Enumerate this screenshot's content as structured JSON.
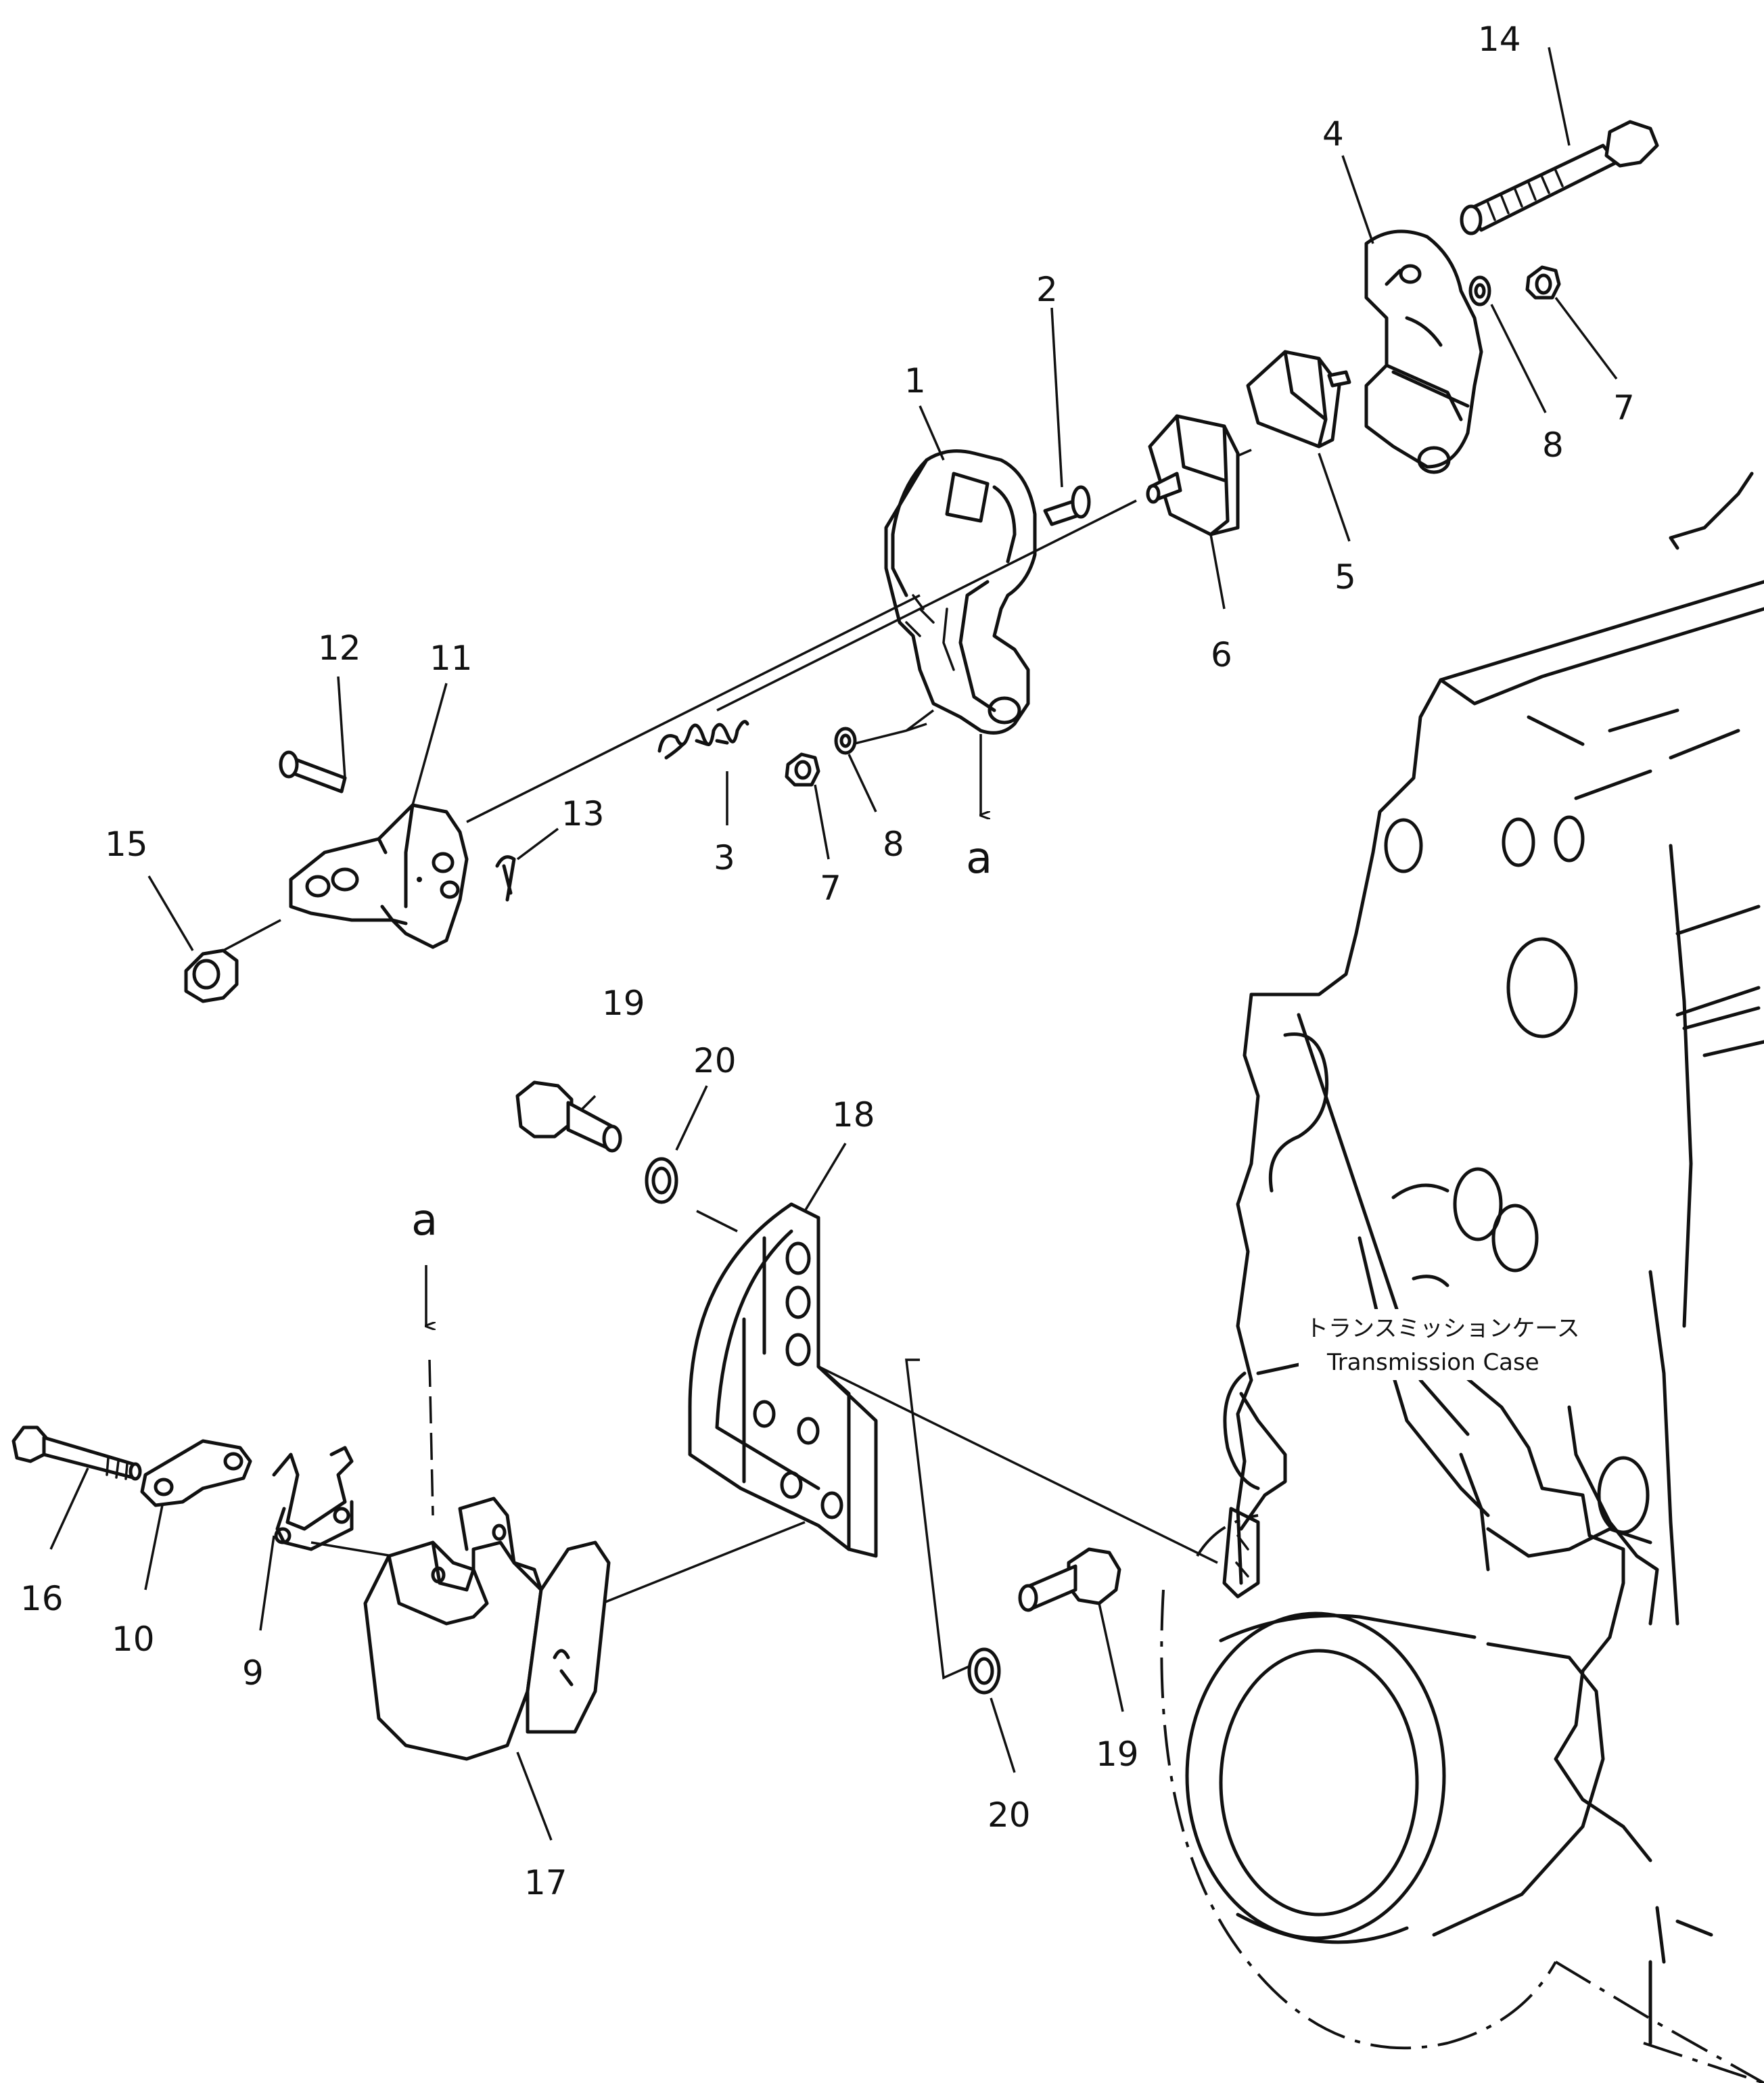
{
  "callouts": [
    {
      "id": "1",
      "text": "1"
    },
    {
      "id": "2",
      "text": "2"
    },
    {
      "id": "3",
      "text": "3"
    },
    {
      "id": "4",
      "text": "4"
    },
    {
      "id": "5",
      "text": "5"
    },
    {
      "id": "6",
      "text": "6"
    },
    {
      "id": "7a",
      "text": "7"
    },
    {
      "id": "7b",
      "text": "7"
    },
    {
      "id": "8a",
      "text": "8"
    },
    {
      "id": "8b",
      "text": "8"
    },
    {
      "id": "9",
      "text": "9"
    },
    {
      "id": "10",
      "text": "10"
    },
    {
      "id": "11",
      "text": "11"
    },
    {
      "id": "12",
      "text": "12"
    },
    {
      "id": "13",
      "text": "13"
    },
    {
      "id": "14",
      "text": "14"
    },
    {
      "id": "15",
      "text": "15"
    },
    {
      "id": "16",
      "text": "16"
    },
    {
      "id": "17",
      "text": "17"
    },
    {
      "id": "18",
      "text": "18"
    },
    {
      "id": "19a",
      "text": "19"
    },
    {
      "id": "19b",
      "text": "19"
    },
    {
      "id": "20a",
      "text": "20"
    },
    {
      "id": "20b",
      "text": "20"
    }
  ],
  "view_markers": {
    "upper": "a",
    "lower": "a"
  },
  "case_label": {
    "jp": "トランスミッションケース",
    "en": "Transmission Case"
  }
}
